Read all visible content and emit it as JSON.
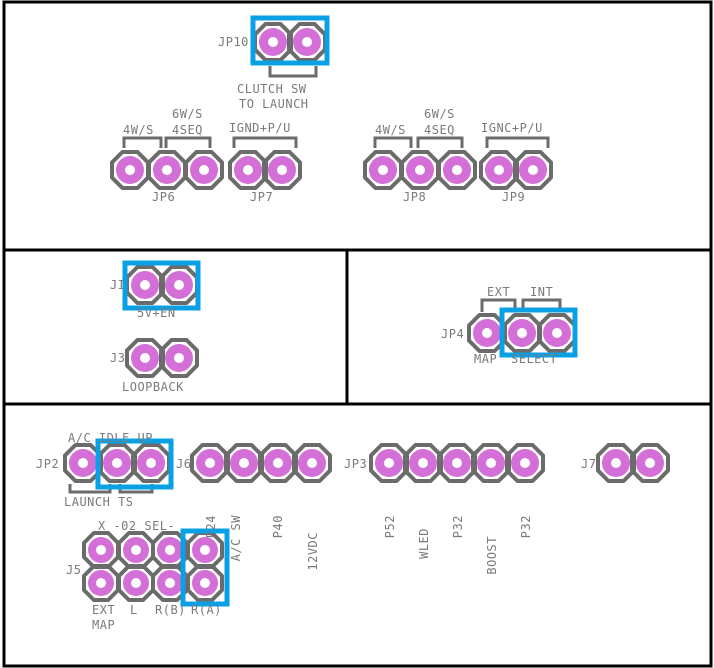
{
  "labels": {
    "jp10": "JP10",
    "clutch_sw": "CLUTCH SW",
    "to_launch": "TO LAUNCH",
    "jp6_4ws": "4W/S",
    "jp6_6ws": "6W/S",
    "jp6_4seq": "4SEQ",
    "jp6": "JP6",
    "jp7_ign": "IGND+P/U",
    "jp7": "JP7",
    "jp8_4ws": "4W/S",
    "jp8_6ws": "6W/S",
    "jp8_4seq": "4SEQ",
    "jp8": "JP8",
    "jp9_ign": "IGNC+P/U",
    "jp9": "JP9",
    "j_top": "JI",
    "sv_en": "5V+EN",
    "j3": "J3",
    "loopback": "LOOPBACK",
    "ext": "EXT",
    "int": "INT",
    "jp4": "JP4",
    "map": "MAP",
    "select": "SELECT",
    "ac_idle": "A/C IDLE UP",
    "jp2": "JP2",
    "launch_ts": "LAUNCH TS",
    "j6": "J6",
    "p24": "P24",
    "ac_sw": "A/C SW",
    "p40": "P40",
    "v12": "12VDC",
    "jp3": "JP3",
    "p52": "P52",
    "wled": "WLED",
    "p32a": "P32",
    "boost": "BOOST",
    "p32b": "P32",
    "j7": "J7",
    "j5": "J5",
    "sel_hdr": "X   -02 SEL-",
    "ext_map_1": "EXT",
    "ext_map_2": "MAP",
    "l": "L",
    "rb": "R(B)",
    "ra": "R(A)"
  },
  "colors": {
    "pad": "#d36fd6",
    "outline": "#6b6b6b",
    "highlight": "#0aa0e6",
    "label": "#7a7a7a",
    "frame": "#000000"
  }
}
